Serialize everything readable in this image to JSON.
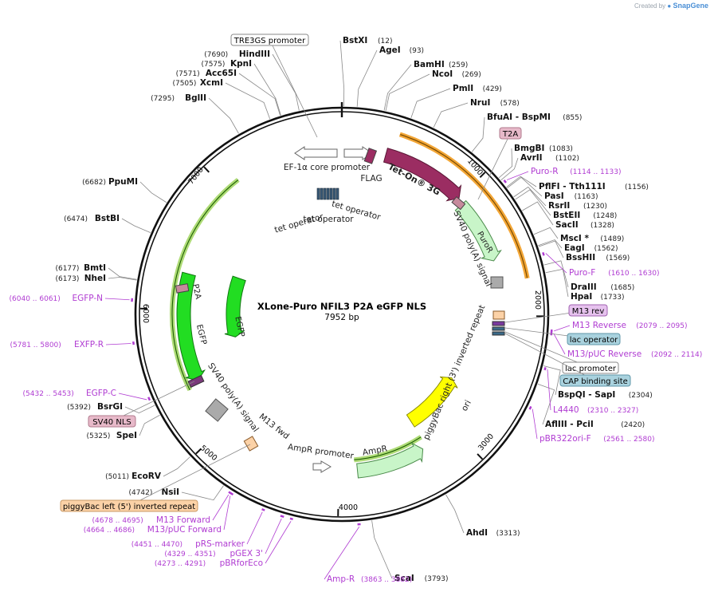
{
  "credit": {
    "prefix": "Created by",
    "brand": "SnapGene"
  },
  "map": {
    "name": "XLone-Puro NFIL3 P2A eGFP NLS",
    "length_label": "7952 bp",
    "length": 7952,
    "ticks": [
      "1000",
      "2000",
      "3000",
      "4000",
      "5000",
      "6000",
      "7000"
    ]
  },
  "sites": [
    {
      "name": "BstXI",
      "pos": "(12)"
    },
    {
      "name": "AgeI",
      "pos": "(93)"
    },
    {
      "name": "BamHI",
      "pos": "(259)"
    },
    {
      "name": "NcoI",
      "pos": "(269)"
    },
    {
      "name": "PmlI",
      "pos": "(429)"
    },
    {
      "name": "NruI",
      "pos": "(578)"
    },
    {
      "name": "BfuAI - BspMI",
      "pos": "(855)"
    },
    {
      "name": "BmgBI",
      "pos": "(1083)"
    },
    {
      "name": "AvrII",
      "pos": "(1102)"
    },
    {
      "name": "PflFI - Tth111I",
      "pos": "(1156)"
    },
    {
      "name": "PasI",
      "pos": "(1163)"
    },
    {
      "name": "RsrII",
      "pos": "(1230)"
    },
    {
      "name": "BstEII",
      "pos": "(1248)"
    },
    {
      "name": "SacII",
      "pos": "(1328)"
    },
    {
      "name": "MscI *",
      "pos": "(1489)"
    },
    {
      "name": "EagI",
      "pos": "(1562)"
    },
    {
      "name": "BssHII",
      "pos": "(1569)"
    },
    {
      "name": "DraIII",
      "pos": "(1685)"
    },
    {
      "name": "HpaI",
      "pos": "(1733)"
    },
    {
      "name": "BspQI - SapI",
      "pos": "(2304)"
    },
    {
      "name": "AflIII - PciI",
      "pos": "(2420)"
    },
    {
      "name": "AhdI",
      "pos": "(3313)"
    },
    {
      "name": "ScaI",
      "pos": "(3793)"
    },
    {
      "name": "NsiI",
      "pos": "(4742)"
    },
    {
      "name": "EcoRV",
      "pos": "(5011)"
    },
    {
      "name": "SpeI",
      "pos": "(5325)"
    },
    {
      "name": "BsrGI",
      "pos": "(5392)"
    },
    {
      "name": "NheI",
      "pos": "(6173)"
    },
    {
      "name": "BmtI",
      "pos": "(6177)"
    },
    {
      "name": "BstBI",
      "pos": "(6474)"
    },
    {
      "name": "PpuMI",
      "pos": "(6682)"
    },
    {
      "name": "BglII",
      "pos": "(7295)"
    },
    {
      "name": "XcmI",
      "pos": "(7505)"
    },
    {
      "name": "Acc65I",
      "pos": "(7571)"
    },
    {
      "name": "KpnI",
      "pos": "(7575)"
    },
    {
      "name": "HindIII",
      "pos": "(7690)"
    }
  ],
  "primers": [
    {
      "name": "Puro-R",
      "range": "(1114 .. 1133)"
    },
    {
      "name": "Puro-F",
      "range": "(1610 .. 1630)"
    },
    {
      "name": "M13 Reverse",
      "range": "(2079 .. 2095)"
    },
    {
      "name": "M13/pUC Reverse",
      "range": "(2092 .. 2114)"
    },
    {
      "name": "L4440",
      "range": "(2310 .. 2327)"
    },
    {
      "name": "pBR322ori-F",
      "range": "(2561 .. 2580)"
    },
    {
      "name": "Amp-R",
      "range": "(3863 .. 3882)"
    },
    {
      "name": "pBRforEco",
      "range": "(4273 .. 4291)"
    },
    {
      "name": "pGEX 3'",
      "range": "(4329 .. 4351)"
    },
    {
      "name": "pRS-marker",
      "range": "(4451 .. 4470)"
    },
    {
      "name": "M13/pUC Forward",
      "range": "(4664 .. 4686)"
    },
    {
      "name": "M13 Forward",
      "range": "(4678 .. 4695)"
    },
    {
      "name": "EGFP-C",
      "range": "(5432 .. 5453)"
    },
    {
      "name": "EXFP-R",
      "range": "(5781 .. 5800)"
    },
    {
      "name": "EGFP-N",
      "range": "(6040 .. 6061)"
    }
  ],
  "boxed_labels": [
    {
      "text": "TRE3GS promoter",
      "fill": "#ffffff",
      "stroke": "#888888"
    },
    {
      "text": "T2A",
      "fill": "#e7b9c9",
      "stroke": "#b07a8d"
    },
    {
      "text": "M13 rev",
      "fill": "#e6c2ee",
      "stroke": "#a060b0"
    },
    {
      "text": "lac operator",
      "fill": "#a9d2de",
      "stroke": "#5f97a8"
    },
    {
      "text": "lac promoter",
      "fill": "#ffffff",
      "stroke": "#888888"
    },
    {
      "text": "CAP binding site",
      "fill": "#a9d2de",
      "stroke": "#5f97a8"
    },
    {
      "text": "SV40 NLS",
      "fill": "#e7b9c9",
      "stroke": "#b07a8d"
    },
    {
      "text": "piggyBac left (5') inverted repeat",
      "fill": "#fcd2a7",
      "stroke": "#c99a66"
    }
  ],
  "features": [
    {
      "text": "EF-1α core promoter"
    },
    {
      "text": "FLAG"
    },
    {
      "text": "Tet-On® 3G"
    },
    {
      "text": "tet operator"
    },
    {
      "text": "tet operator"
    },
    {
      "text": "tet operator"
    },
    {
      "text": "PuroR"
    },
    {
      "text": "SV40 poly(A) signal"
    },
    {
      "text": "P2A"
    },
    {
      "text": "EGFP"
    },
    {
      "text": "EGFP"
    },
    {
      "text": "SV40 poly(A) signal"
    },
    {
      "text": "M13 fwd"
    },
    {
      "text": "AmpR promoter"
    },
    {
      "text": "AmpR"
    },
    {
      "text": "ori"
    },
    {
      "text": "piggyBac right (3') inverted repeat"
    }
  ],
  "colors": {
    "backbone": "#111111",
    "site_line": "#888888",
    "primer": "#b03cd2",
    "tet_on": "#9b2d62",
    "puror": "#c8f5c8",
    "egfp": "#22dd22",
    "ori": "#ffff00",
    "ampr": "#c8f5c8",
    "orf_arc_orange": "#f3a636",
    "orf_arc_green": "#8ccc3c"
  }
}
